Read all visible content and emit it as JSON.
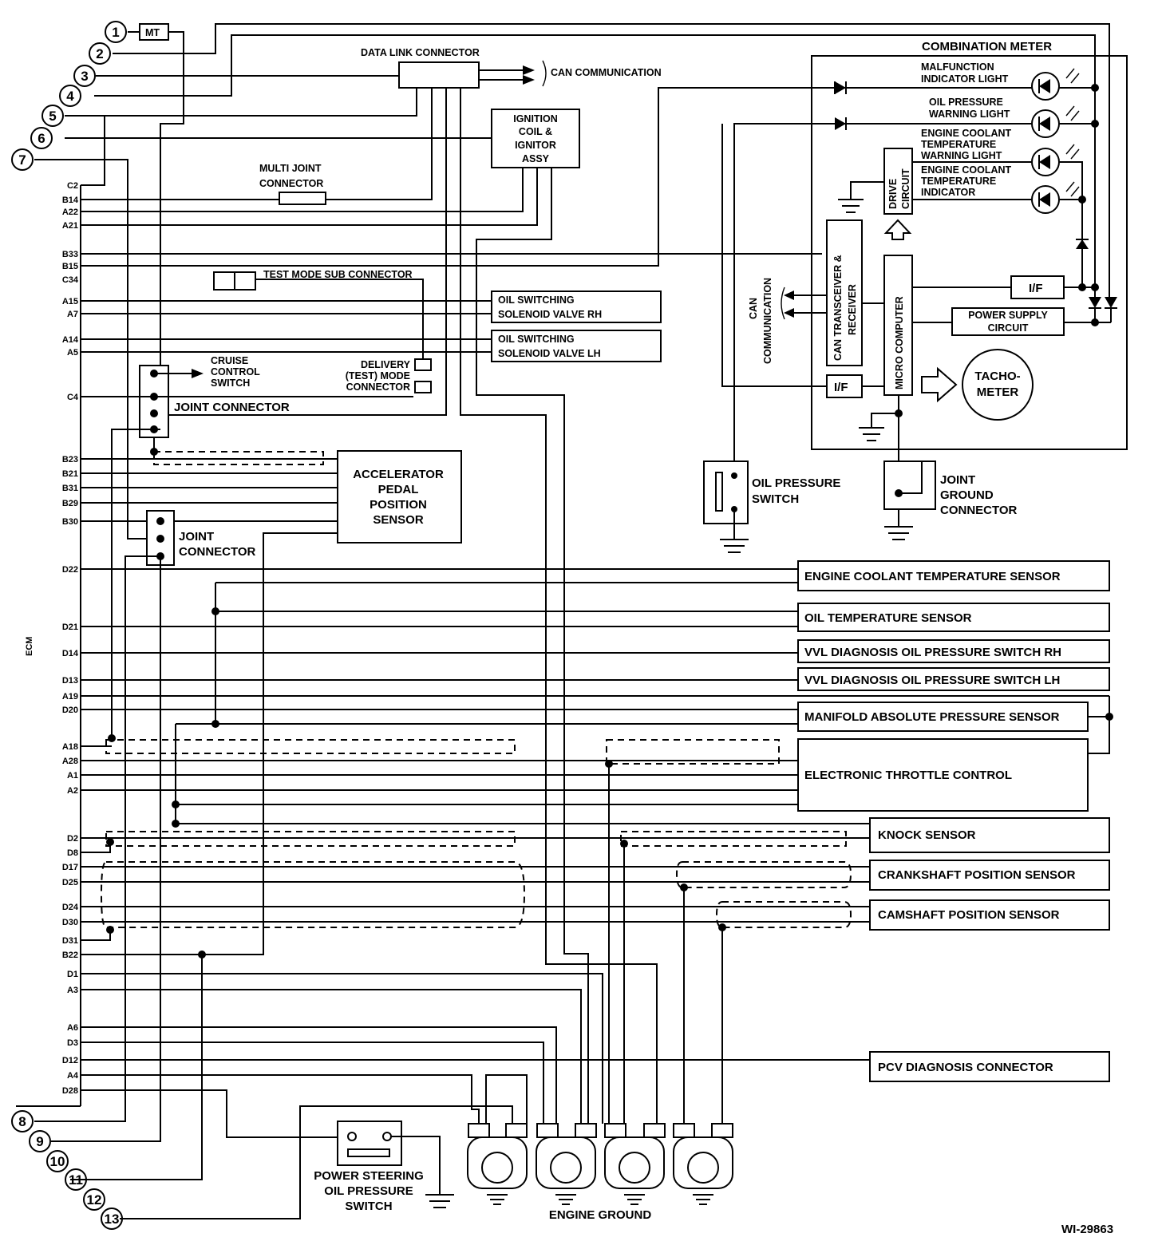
{
  "figure_id": "WI-29863",
  "ecm_label": "ECM",
  "circles": [
    "1",
    "2",
    "3",
    "4",
    "5",
    "6",
    "7",
    "8",
    "9",
    "10",
    "11",
    "12",
    "13"
  ],
  "ecm_pins": [
    "C2",
    "B14",
    "A22",
    "A21",
    "B33",
    "B15",
    "C34",
    "A15",
    "A7",
    "A14",
    "A5",
    "C4",
    "B23",
    "B21",
    "B31",
    "B29",
    "B30",
    "D22",
    "D21",
    "D14",
    "D13",
    "A19",
    "D20",
    "A18",
    "A28",
    "A1",
    "A2",
    "D2",
    "D8",
    "D17",
    "D25",
    "D24",
    "D30",
    "D31",
    "B22",
    "D1",
    "A3",
    "A6",
    "D3",
    "D12",
    "A4",
    "D28"
  ],
  "labels": {
    "mt": "MT",
    "dlc": "DATA LINK CONNECTOR",
    "can_comm": "CAN COMMUNICATION",
    "ignition": [
      "IGNITION",
      "COIL &",
      "IGNITOR",
      "ASSY"
    ],
    "multi_joint": [
      "MULTI JOINT",
      "CONNECTOR"
    ],
    "test_mode": "TEST MODE SUB CONNECTOR",
    "oil_sw_rh": [
      "OIL SWITCHING",
      "SOLENOID VALVE RH"
    ],
    "oil_sw_lh": [
      "OIL SWITCHING",
      "SOLENOID VALVE LH"
    ],
    "cruise": [
      "CRUISE",
      "CONTROL",
      "SWITCH"
    ],
    "delivery": [
      "DELIVERY",
      "(TEST) MODE",
      "CONNECTOR"
    ],
    "joint_connector": "JOINT CONNECTOR",
    "joint_connector2": [
      "JOINT",
      "CONNECTOR"
    ],
    "accel": [
      "ACCELERATOR",
      "PEDAL",
      "POSITION",
      "SENSOR"
    ],
    "combination_meter": "COMBINATION METER",
    "mil": [
      "MALFUNCTION",
      "INDICATOR LIGHT"
    ],
    "oil_warn": [
      "OIL PRESSURE",
      "WARNING LIGHT"
    ],
    "coolant_warn": [
      "ENGINE COOLANT",
      "TEMPERATURE",
      "WARNING LIGHT"
    ],
    "coolant_ind": [
      "ENGINE COOLANT",
      "TEMPERATURE",
      "INDICATOR"
    ],
    "drive_circuit": [
      "DRIVE",
      "CIRCUIT"
    ],
    "can_trans": [
      "CAN TRANSCEIVER &",
      "RECEIVER"
    ],
    "micro": "MICRO COMPUTER",
    "can_comm_v": [
      "CAN",
      "COMMUNICATION"
    ],
    "if": "I/F",
    "power_supply": [
      "POWER SUPPLY",
      "CIRCUIT"
    ],
    "tacho": [
      "TACHO-",
      "METER"
    ],
    "oil_pressure_switch": [
      "OIL PRESSURE",
      "SWITCH"
    ],
    "joint_ground": [
      "JOINT",
      "GROUND",
      "CONNECTOR"
    ],
    "ect_sensor": "ENGINE COOLANT TEMPERATURE SENSOR",
    "oil_temp": "OIL TEMPERATURE SENSOR",
    "vvl_rh": "VVL DIAGNOSIS OIL PRESSURE SWITCH RH",
    "vvl_lh": "VVL DIAGNOSIS OIL PRESSURE SWITCH LH",
    "map": "MANIFOLD ABSOLUTE PRESSURE SENSOR",
    "etc": "ELECTRONIC THROTTLE CONTROL",
    "knock": "KNOCK SENSOR",
    "crank": "CRANKSHAFT POSITION SENSOR",
    "cam": "CAMSHAFT POSITION SENSOR",
    "pcv": "PCV DIAGNOSIS CONNECTOR",
    "ps_switch": [
      "POWER STEERING",
      "OIL PRESSURE",
      "SWITCH"
    ],
    "engine_ground": "ENGINE GROUND"
  }
}
